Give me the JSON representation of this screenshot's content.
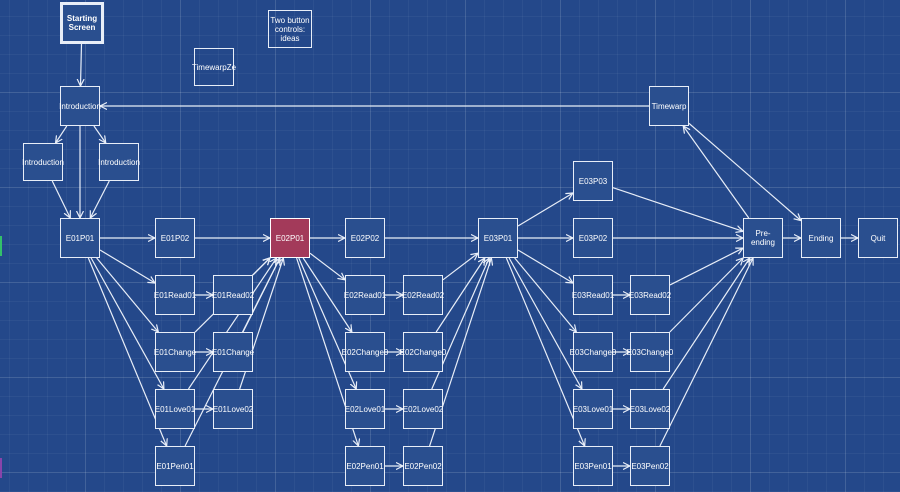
{
  "colors": {
    "background": "#24488a",
    "line": "#e8eef8",
    "selected_fill": "#a33a5a"
  },
  "nodes": {
    "starting_screen": "Starting\nScreen",
    "two_button": "Two button\ncontrols:\nideas",
    "timewarpze": "TimewarpZe",
    "introduction_main": "Introduction",
    "timewarp": "Timewarp",
    "introduction_left": "Introduction",
    "introduction_right": "Introduction",
    "e01p01": "E01P01",
    "e01p02": "E01P02",
    "e02p01": "E02P01",
    "e02p02": "E02P02",
    "e03p01": "E03P01",
    "e03p03": "E03P03",
    "e03p02": "E03P02",
    "pre_ending": "Pre-ending",
    "ending": "Ending",
    "quit": "Quit",
    "e01read01": "E01Read01",
    "e01read02": "E01Read02",
    "e02read01": "E02Read01",
    "e02read02": "E02Read02",
    "e03read01": "E03Read01",
    "e03read02": "E03Read02",
    "e01change": "E01Change",
    "e01change2": "E01Change",
    "e02change0": "E02Change0",
    "e02change0b": "E02Change0",
    "e03change0": "E03Change0",
    "e03change0b": "E03Change0",
    "e01love01": "E01Love01",
    "e01love02": "E01Love02",
    "e02love01": "E02Love01",
    "e02love02": "E02Love02",
    "e03love01": "E03Love01",
    "e03love02": "E03Love02",
    "e01pen01": "E01Pen01",
    "e02pen01": "E02Pen01",
    "e02pen02": "E02Pen02",
    "e03pen01": "E03Pen01",
    "e03pen02": "E03Pen02"
  },
  "edges": [
    [
      "starting_screen",
      "introduction_main"
    ],
    [
      "timewarp",
      "introduction_main"
    ],
    [
      "introduction_main",
      "introduction_left"
    ],
    [
      "introduction_main",
      "introduction_right"
    ],
    [
      "introduction_main",
      "e01p01"
    ],
    [
      "introduction_left",
      "e01p01"
    ],
    [
      "introduction_right",
      "e01p01"
    ],
    [
      "e01p01",
      "e01p02"
    ],
    [
      "e01p01",
      "e01read01"
    ],
    [
      "e01p01",
      "e01change"
    ],
    [
      "e01p01",
      "e01love01"
    ],
    [
      "e01p01",
      "e01pen01"
    ],
    [
      "e01p02",
      "e02p01"
    ],
    [
      "e01read01",
      "e01read02"
    ],
    [
      "e01change",
      "e01change2"
    ],
    [
      "e01love01",
      "e01love02"
    ],
    [
      "e01read02",
      "e02p01"
    ],
    [
      "e01change2",
      "e02p01"
    ],
    [
      "e01love02",
      "e02p01"
    ],
    [
      "e01pen01",
      "e02p01"
    ],
    [
      "e01love01",
      "e02p01"
    ],
    [
      "e01change",
      "e02p01"
    ],
    [
      "e02p01",
      "e02p02"
    ],
    [
      "e02p01",
      "e02read01"
    ],
    [
      "e02p01",
      "e02change0"
    ],
    [
      "e02p01",
      "e02love01"
    ],
    [
      "e02p01",
      "e02pen01"
    ],
    [
      "e02p02",
      "e03p01"
    ],
    [
      "e02read01",
      "e02read02"
    ],
    [
      "e02change0",
      "e02change0b"
    ],
    [
      "e02love01",
      "e02love02"
    ],
    [
      "e02pen01",
      "e02pen02"
    ],
    [
      "e02read02",
      "e03p01"
    ],
    [
      "e02change0b",
      "e03p01"
    ],
    [
      "e02love02",
      "e03p01"
    ],
    [
      "e02pen02",
      "e03p01"
    ],
    [
      "e03p01",
      "e03p03"
    ],
    [
      "e03p01",
      "e03p02"
    ],
    [
      "e03p01",
      "e03read01"
    ],
    [
      "e03p01",
      "e03change0"
    ],
    [
      "e03p01",
      "e03love01"
    ],
    [
      "e03p01",
      "e03pen01"
    ],
    [
      "e03read01",
      "e03read02"
    ],
    [
      "e03change0",
      "e03change0b"
    ],
    [
      "e03love01",
      "e03love02"
    ],
    [
      "e03pen01",
      "e03pen02"
    ],
    [
      "e03p03",
      "pre_ending"
    ],
    [
      "e03p02",
      "pre_ending"
    ],
    [
      "e03read02",
      "pre_ending"
    ],
    [
      "e03change0b",
      "pre_ending"
    ],
    [
      "e03love02",
      "pre_ending"
    ],
    [
      "e03pen02",
      "pre_ending"
    ],
    [
      "pre_ending",
      "timewarp"
    ],
    [
      "timewarp",
      "ending"
    ],
    [
      "pre_ending",
      "ending"
    ],
    [
      "ending",
      "quit"
    ]
  ]
}
